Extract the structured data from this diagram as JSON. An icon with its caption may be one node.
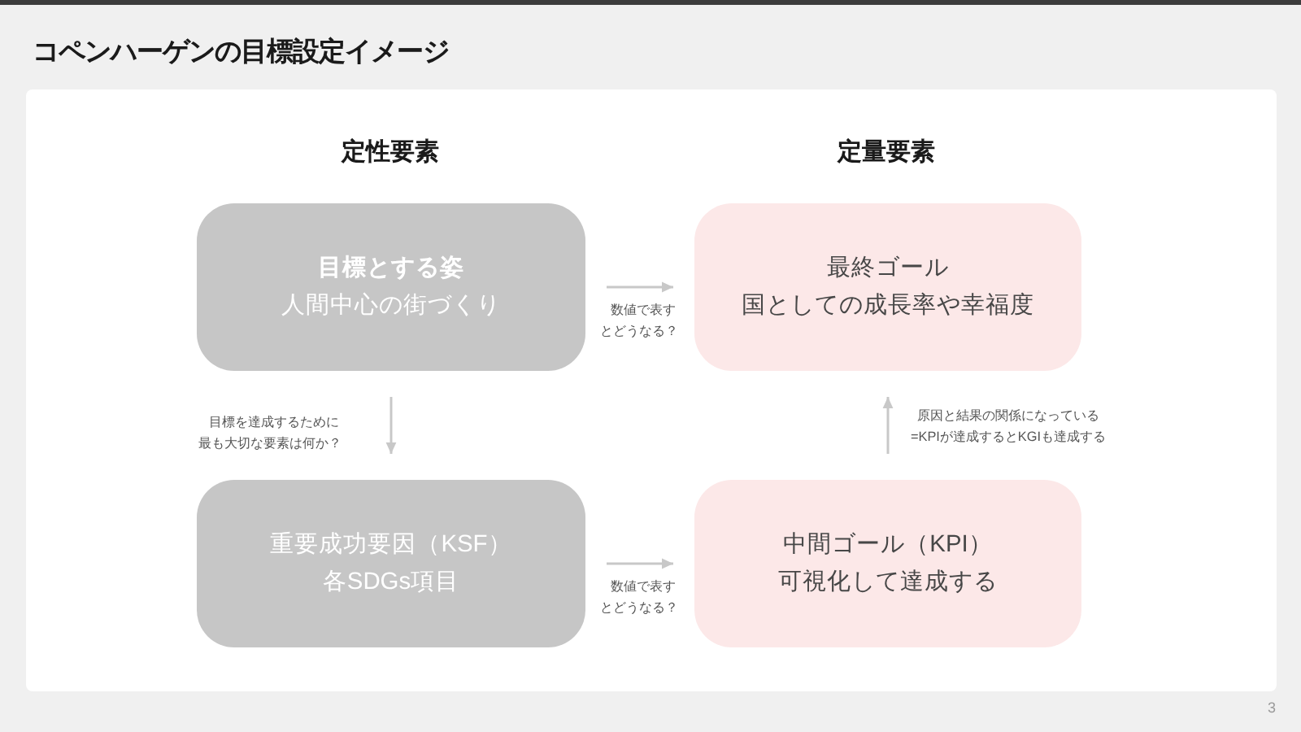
{
  "diagram": {
    "title": "コペンハーゲンの目標設定イメージ",
    "nodes": [
      {
        "text": [
          "目標とする姿",
          "人間中心の街づくり"
        ]
      },
      {
        "text": [
          "最終ゴール",
          "国としての成長率や幸福度"
        ]
      },
      {
        "text": [
          "重要成功要因（KSF）",
          "各SDGs項目"
        ]
      },
      {
        "text": [
          "中間ゴール（KPI）",
          "可視化して達成する"
        ]
      }
    ],
    "edges": [
      {
        "from": 0,
        "to": 1,
        "arrow": "to",
        "label": "数値で表すとどうなる？"
      },
      {
        "from": 0,
        "to": 2,
        "arrow": "to",
        "label": "目標を達成するために最も大切な要素は何か？"
      },
      {
        "from": 3,
        "to": 1,
        "arrow": "to",
        "label": "原因と結果の関係になっている=KPIが達成するとKGIも達成する"
      },
      {
        "from": 2,
        "to": 3,
        "arrow": "to",
        "label": "数値で表すとどうなる？"
      }
    ],
    "labels": [
      "定性要素",
      "定量要素",
      "3"
    ]
  }
}
